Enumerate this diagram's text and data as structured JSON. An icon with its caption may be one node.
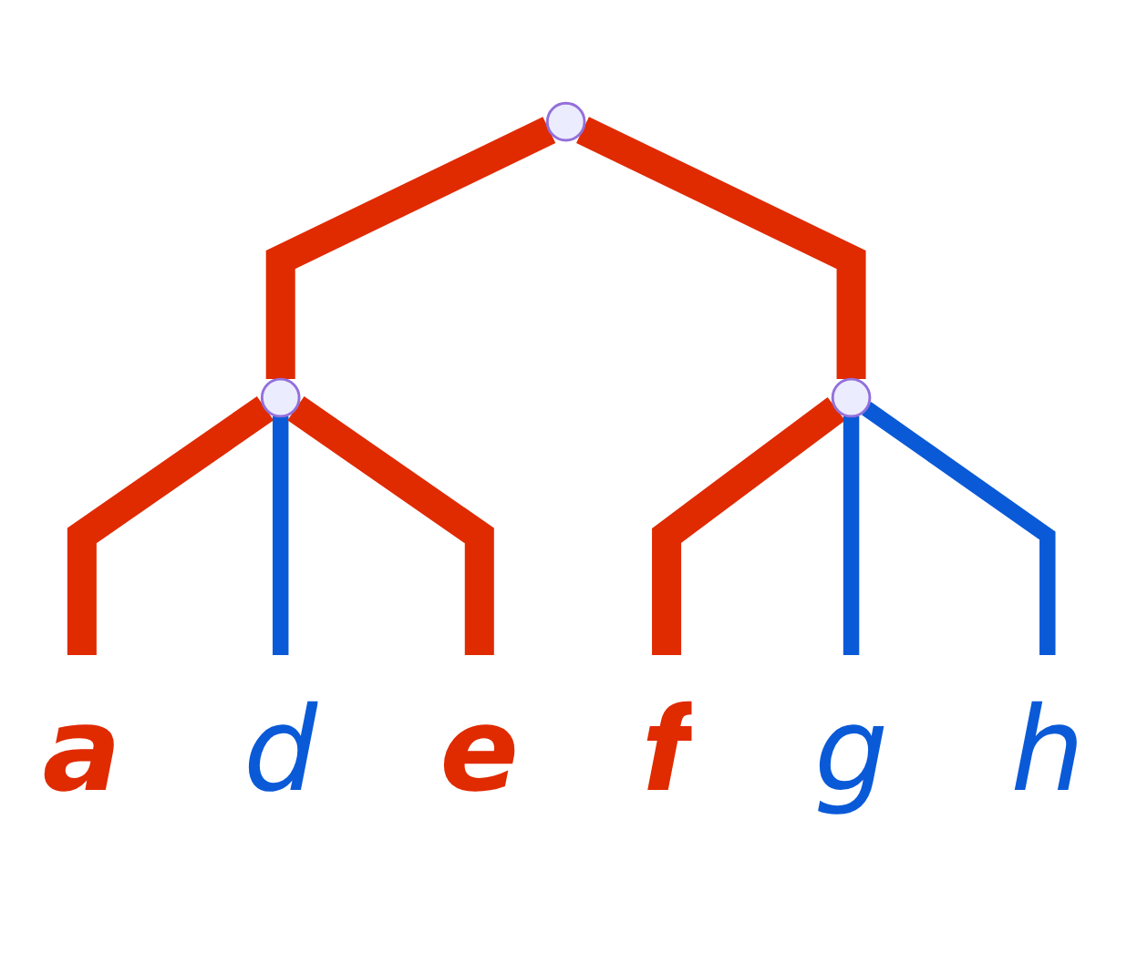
{
  "diagram": {
    "nodes": [
      {
        "text": [],
        "shape": "circle"
      },
      {
        "text": [],
        "shape": "circle"
      },
      {
        "text": [],
        "shape": "circle"
      },
      {
        "text": [
          "a"
        ]
      },
      {
        "text": [
          "d"
        ]
      },
      {
        "text": [
          "e"
        ]
      },
      {
        "text": [
          "f"
        ]
      },
      {
        "text": [
          "g"
        ]
      },
      {
        "text": [
          "h"
        ]
      }
    ],
    "edges": [
      {
        "from": 0,
        "to": 1,
        "arrow": "none"
      },
      {
        "from": 0,
        "to": 2,
        "arrow": "none"
      },
      {
        "from": 1,
        "to": 3,
        "arrow": "none"
      },
      {
        "from": 1,
        "to": 4,
        "arrow": "none",
        "color": "#0a5ad8"
      },
      {
        "from": 1,
        "to": 5,
        "arrow": "none"
      },
      {
        "from": 2,
        "to": 6,
        "arrow": "none"
      },
      {
        "from": 2,
        "to": 7,
        "arrow": "none",
        "color": "#0a5ad8"
      },
      {
        "from": 2,
        "to": 8,
        "arrow": "none",
        "color": "#0a5ad8"
      }
    ]
  }
}
